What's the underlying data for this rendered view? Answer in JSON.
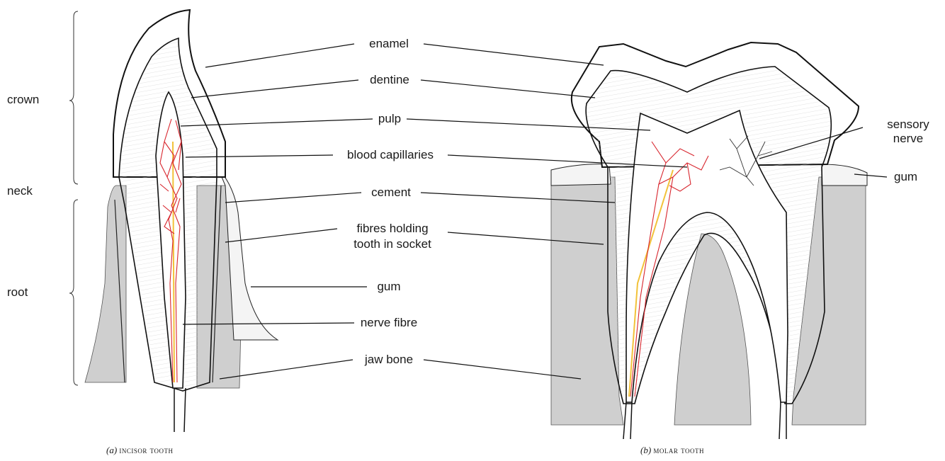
{
  "regions": {
    "crown": "crown",
    "neck": "neck",
    "root": "root"
  },
  "labels": {
    "enamel": "enamel",
    "dentine": "dentine",
    "pulp": "pulp",
    "blood_capillaries": "blood capillaries",
    "cement": "cement",
    "fibres_line1": "fibres holding",
    "fibres_line2": "tooth in socket",
    "gum_left": "gum",
    "nerve_fibre": "nerve fibre",
    "jaw_bone": "jaw bone",
    "sensory_line1": "sensory",
    "sensory_line2": "nerve",
    "gum_right": "gum"
  },
  "captions": {
    "incisor_letter": "(a)",
    "incisor_name": "incisor tooth",
    "molar_letter": "(b)",
    "molar_name": "molar tooth"
  },
  "colors": {
    "line": "#111111",
    "bone": "#cfcfcf",
    "capillary": "#d8262e",
    "nerve": "#f2c23a"
  }
}
